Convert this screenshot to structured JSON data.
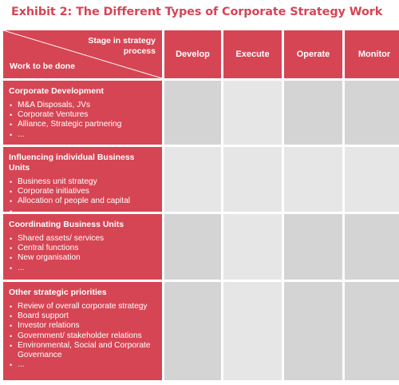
{
  "title": "Exhibit 2: The Different Types of Corporate Strategy Work",
  "header": {
    "stage_label": "Stage in strategy process",
    "work_label": "Work to be done",
    "columns": [
      "Develop",
      "Execute",
      "Operate",
      "Monitor"
    ]
  },
  "rows": [
    {
      "title": "Corporate Development",
      "items": [
        "M&A Disposals, JVs",
        "Corporate Ventures",
        "Alliance, Strategic partnering",
        "..."
      ]
    },
    {
      "title": "Influencing individual Business Units",
      "items": [
        "Business unit strategy",
        "Corporate initiatives",
        "Allocation of people and capital",
        "..."
      ]
    },
    {
      "title": "Coordinating Business Units",
      "items": [
        "Shared assets/ services",
        "Central functions",
        "New organisation",
        "..."
      ]
    },
    {
      "title": "Other strategic priorities",
      "items": [
        "Review of overall corporate strategy",
        "Board support",
        "Investor relations",
        "Government/ stakeholder relations",
        "Environmental, Social and Corporate Governance",
        "..."
      ]
    }
  ],
  "colors": {
    "accent": "#d64554",
    "cell_dark": "#d4d4d4",
    "cell_light": "#e6e6e6"
  }
}
